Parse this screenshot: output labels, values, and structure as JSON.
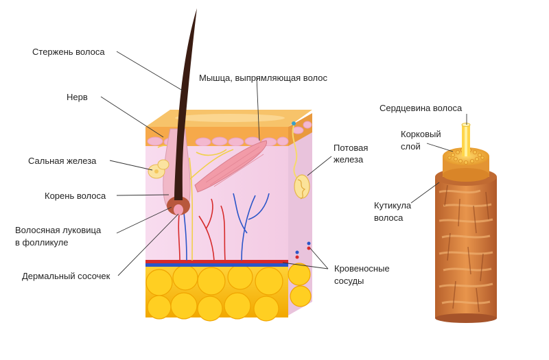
{
  "labels": {
    "shaft": "Стержень волоса",
    "muscle": "Мышца, выпрямляющая волос",
    "nerve": "Нерв",
    "sebaceous": "Сальная железа",
    "sweat_1": "Потовая",
    "sweat_2": "железа",
    "root": "Корень волоса",
    "bulb_1": "Волосяная луковица",
    "bulb_2": "в  фолликуле",
    "papilla": "Дермальный сосочек",
    "vessels_1": "Кровеносные",
    "vessels_2": "сосуды",
    "medulla": "Сердцевина волоса",
    "cortex_1": "Корковый",
    "cortex_2": "слой",
    "cuticle_1": "Кутикула",
    "cuticle_2": "волоса"
  },
  "colors": {
    "epidermis": "#f7b24a",
    "dermis": "#f6d6ea",
    "fat": "#f5b400",
    "hair": "#3a1c12",
    "artery": "#d62a2a",
    "vein": "#2a55c8",
    "nerve": "#f1d04a",
    "hair_cuticle": "#c8733a",
    "hair_cortex": "#f0a640",
    "hair_medulla": "#ffe070"
  }
}
